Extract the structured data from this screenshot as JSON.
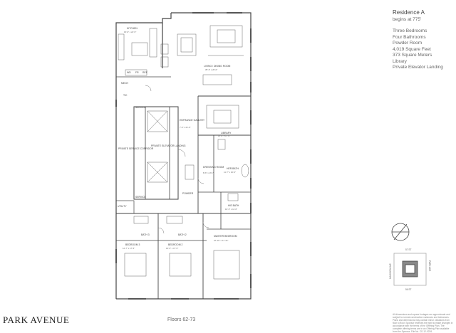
{
  "residence": {
    "title": "Residence A",
    "subtitle": "begins at 775'",
    "features": [
      "Three Bedrooms",
      "Four Bathrooms",
      "Powder Room",
      "4,019 Square Feet",
      "373 Square Meters",
      "Library",
      "Private Elevator Landing"
    ]
  },
  "brand": "PARK AVENUE",
  "floors": "Floors 62-73",
  "rooms": {
    "kitchen": {
      "name": "KITCHEN",
      "dim": "15'-6\" x 21'-5\""
    },
    "living": {
      "name": "LIVING / DINING ROOM",
      "dim": "35'-3\" x 20'-0\""
    },
    "gallery": {
      "name": "ENTRANCE GALLERY",
      "dim": "7'-6\" x 21'-6\""
    },
    "library": {
      "name": "LIBRARY",
      "dim": "15'-0\" x 17'-0\""
    },
    "landing": {
      "name": "PRIVATE ELEVATOR LANDING"
    },
    "corridor": {
      "name": "PRIVATE SERVICE CORRIDOR"
    },
    "dressing": {
      "name": "DRESSING ROOM",
      "dim": "8'-6\" x 16'-7\""
    },
    "herbath": {
      "name": "HER BATH",
      "dim": "11'-7\" x 16'-0\""
    },
    "hisbath": {
      "name": "HIS BATH",
      "dim": "10'-3\" x 11'-6\""
    },
    "powder": {
      "name": "POWDER"
    },
    "master": {
      "name": "MASTER BEDROOM",
      "dim": "16'-10\" x 17'-10\""
    },
    "bed2": {
      "name": "BEDROOM 2",
      "dim": "13'-3\" x 17'-5\""
    },
    "bed3": {
      "name": "BEDROOM 3",
      "dim": "12'-7\" x 17'-5\""
    },
    "bath2": {
      "name": "BATH 2"
    },
    "bath3": {
      "name": "BATH 3"
    },
    "utility": {
      "name": "UTILITY"
    },
    "mech": {
      "name": "MECH"
    },
    "tc": {
      "name": "T/C"
    },
    "service_top": {
      "name": "SERVICE"
    },
    "service_bot": {
      "name": "SERVICE"
    },
    "wd": {
      "name": "WD"
    },
    "fr": {
      "name": "FR"
    },
    "ref": {
      "name": "REF"
    }
  },
  "key_plan": {
    "north": "57 ST",
    "south": "56 ST",
    "west": "MADISON AVE",
    "east": "PARK AVE"
  },
  "legal_text": "All dimensions and square footages are approximate and subject to normal construction variances and tolerances. Plans and dimensions may contain minor variations from floor to floor. Sponsor reserves the right to make changes in accordance with the terms of the Offering Plan. The complete offering terms are in an Offering Plan available from the Sponsor. File No. CD 12-0226."
}
